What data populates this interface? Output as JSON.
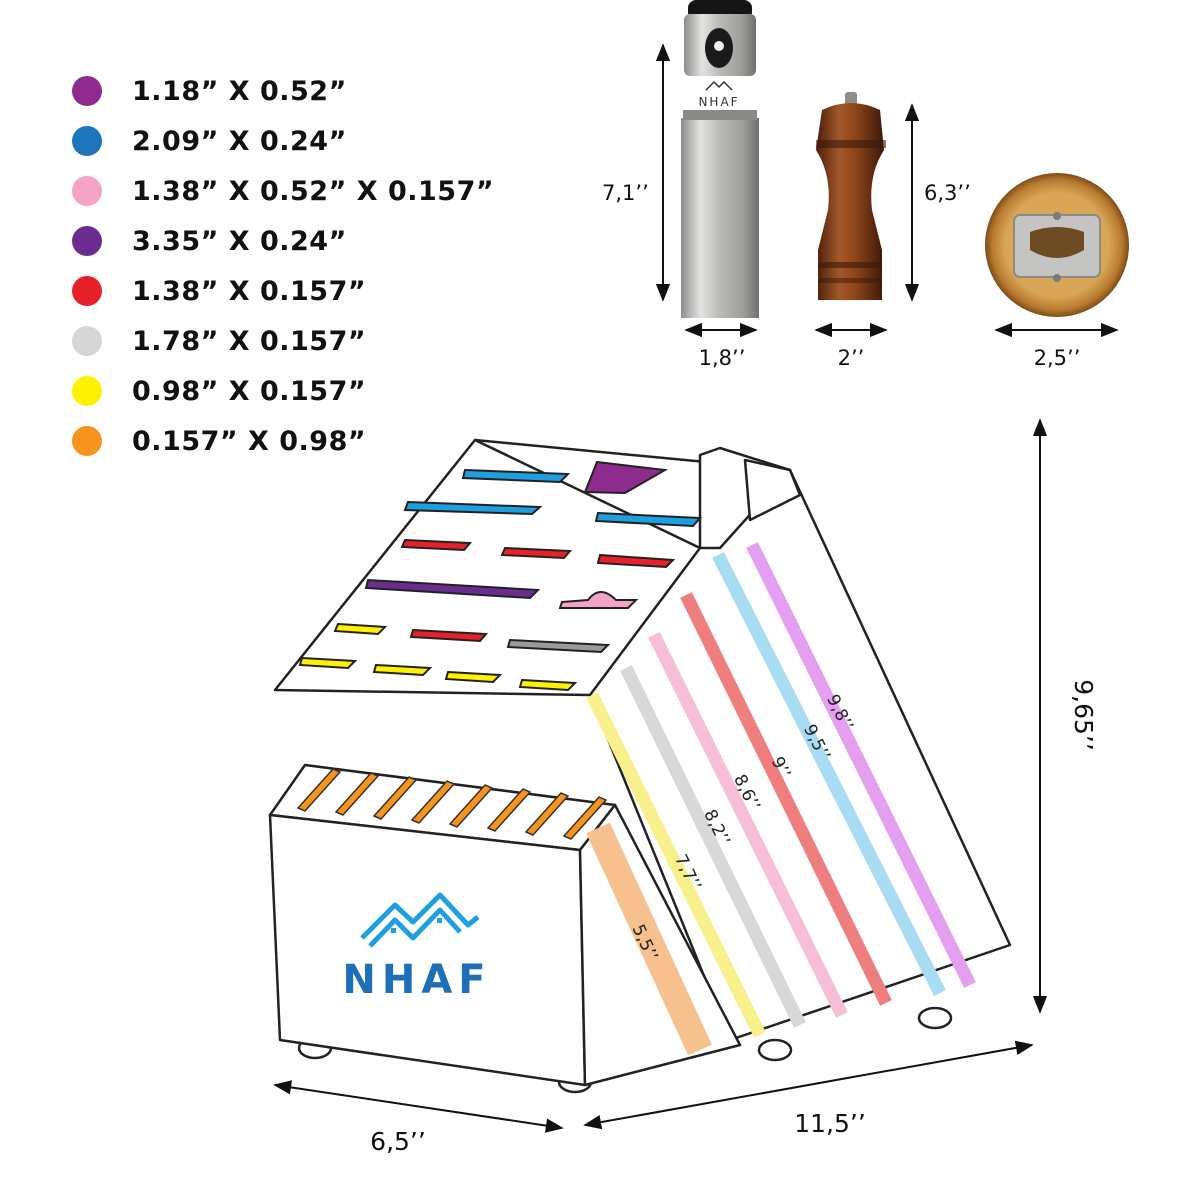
{
  "legend": [
    {
      "label": "1.18” X 0.52”",
      "color": "#8e2b8e"
    },
    {
      "label": "2.09” X 0.24”",
      "color": "#1d76bb"
    },
    {
      "label": "1.38” X 0.52” X 0.157”",
      "color": "#f4a3c4"
    },
    {
      "label": "3.35” X 0.24”",
      "color": "#6a2d8f"
    },
    {
      "label": "1.38” X 0.157”",
      "color": "#e8202a"
    },
    {
      "label": "1.78” X 0.157”",
      "color": "#d6d6d6"
    },
    {
      "label": "0.98” X 0.157”",
      "color": "#fff200"
    },
    {
      "label": "0.157” X 0.98”",
      "color": "#f7941d"
    }
  ],
  "accessories": {
    "sprayer": {
      "height": "7,1’’",
      "width": "1,8’’",
      "brand": "NHAF"
    },
    "grinder": {
      "height": "6,3’’",
      "width": "2’’"
    },
    "opener": {
      "width": "2,5’’"
    }
  },
  "block": {
    "height": "9,65’’",
    "width": "11,5’’",
    "depth": "6,5’’",
    "brand": "NHAF",
    "slot_lengths": [
      {
        "label": "5,5’’",
        "color": "#f6c08f"
      },
      {
        "label": "7,7’’",
        "color": "#f8f08a"
      },
      {
        "label": "8,2’’",
        "color": "#d8d8d8"
      },
      {
        "label": "8,6’’",
        "color": "#f6bfd6"
      },
      {
        "label": "9’’",
        "color": "#ef7e7e"
      },
      {
        "label": "9,5’’",
        "color": "#a7dcf2"
      },
      {
        "label": "9,8’’",
        "color": "#e49ff0"
      }
    ]
  }
}
